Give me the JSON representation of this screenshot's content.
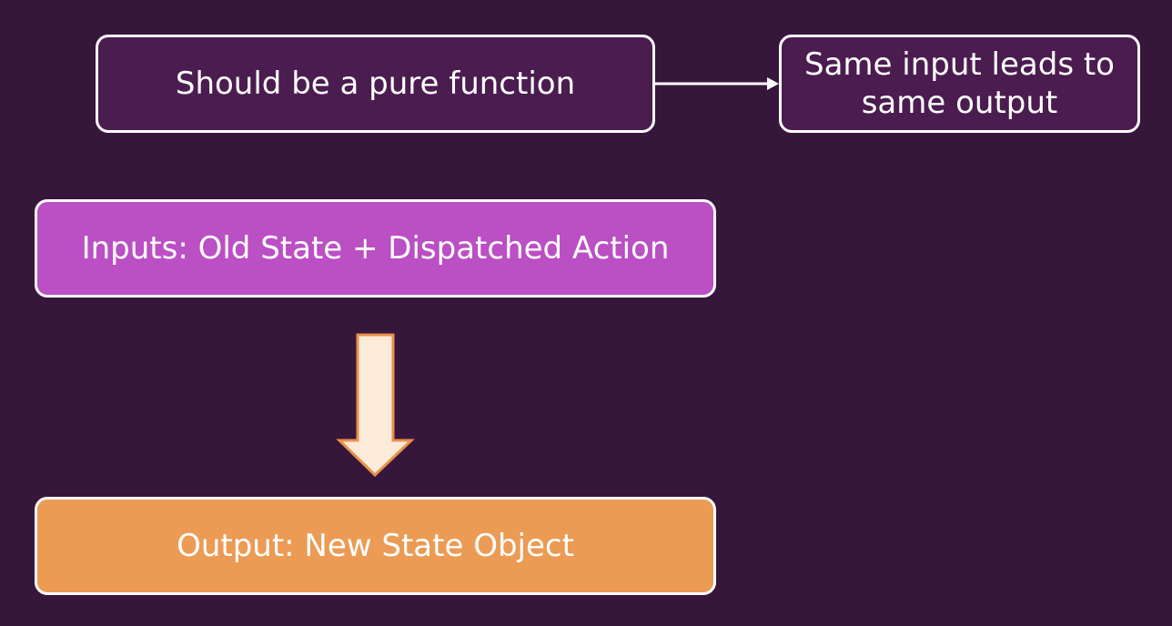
{
  "diagram": {
    "pure_function_box": {
      "label": "Should be a pure function"
    },
    "same_input_box": {
      "label": "Same input leads to same output"
    },
    "inputs_box": {
      "label": "Inputs: Old State + Dispatched Action"
    },
    "output_box": {
      "label": "Output: New State Object"
    },
    "connections": [
      {
        "from": "pure_function_box",
        "to": "same_input_box",
        "style": "thin-arrow"
      },
      {
        "from": "inputs_box",
        "to": "output_box",
        "style": "block-arrow"
      }
    ]
  },
  "colors": {
    "background": "#37163b",
    "dark_box": "#4b1c4f",
    "inputs_box": "#bb4fc4",
    "output_box": "#eb9b53",
    "block_arrow_fill": "#fcebd9",
    "block_arrow_stroke": "#e8924a",
    "border": "#ffffff"
  }
}
